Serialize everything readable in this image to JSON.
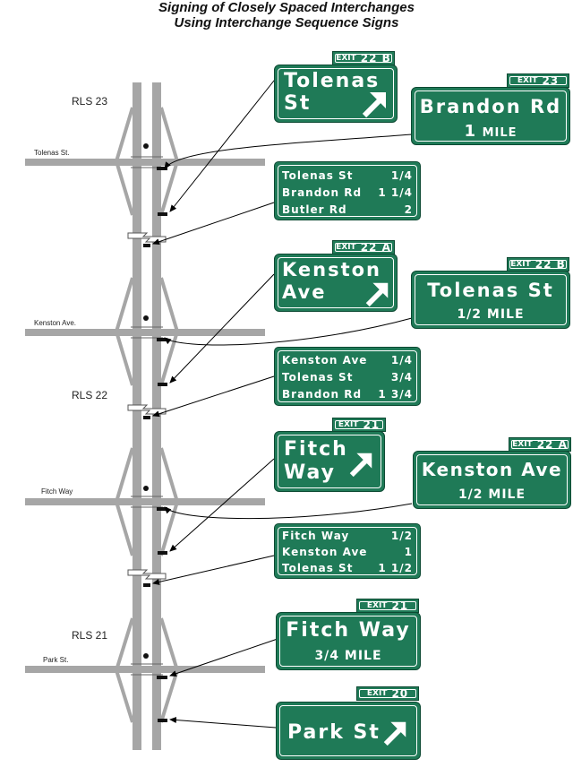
{
  "title": {
    "line1": "Signing of Closely Spaced Interchanges",
    "line2": "Using Interchange Sequence Signs"
  },
  "road_labels": {
    "tolenas": "Tolenas St.",
    "kenston": "Kenston Ave.",
    "fitch": "Fitch Way",
    "park": "Park St."
  },
  "rls_labels": {
    "rls23": "RLS 23",
    "rls22": "RLS 22",
    "rls21": "RLS 21"
  },
  "signs": {
    "tolenas_exit": {
      "tab_word": "EXIT",
      "tab_num": "22 B",
      "line1": "Tolenas",
      "line2": "St"
    },
    "brandon_advance": {
      "tab_word": "EXIT",
      "tab_num": "23",
      "name": "Brandon Rd",
      "dist_num": "1",
      "dist_unit": "MILE"
    },
    "seq1": {
      "rows": [
        {
          "name": "Tolenas St",
          "dist": "1/4"
        },
        {
          "name": "Brandon Rd",
          "dist": "1 1/4"
        },
        {
          "name": "Butler Rd",
          "dist": "2"
        }
      ]
    },
    "kenston_exit": {
      "tab_word": "EXIT",
      "tab_num": "22 A",
      "line1": "Kenston",
      "line2": "Ave"
    },
    "tolenas_advance": {
      "tab_word": "EXIT",
      "tab_num": "22 B",
      "name": "Tolenas St",
      "dist": "1/2 MILE"
    },
    "seq2": {
      "rows": [
        {
          "name": "Kenston Ave",
          "dist": "1/4"
        },
        {
          "name": "Tolenas St",
          "dist": "3/4"
        },
        {
          "name": "Brandon Rd",
          "dist": "1 3/4"
        }
      ]
    },
    "fitch_exit": {
      "tab_word": "EXIT",
      "tab_num": "21",
      "line1": "Fitch",
      "line2": "Way"
    },
    "kenston_advance": {
      "tab_word": "EXIT",
      "tab_num": "22 A",
      "name": "Kenston Ave",
      "dist": "1/2 MILE"
    },
    "seq3": {
      "rows": [
        {
          "name": "Fitch Way",
          "dist": "1/2"
        },
        {
          "name": "Kenston Ave",
          "dist": "1"
        },
        {
          "name": "Tolenas St",
          "dist": "1 1/2"
        }
      ]
    },
    "fitch_advance": {
      "tab_word": "EXIT",
      "tab_num": "21",
      "name": "Fitch Way",
      "dist": "3/4 MILE"
    },
    "park_exit": {
      "tab_word": "EXIT",
      "tab_num": "20",
      "name": "Park St"
    }
  },
  "colors": {
    "sign_green": "#1f7a57",
    "road_gray": "#a6a6a6",
    "sign_marker": "#111111"
  }
}
